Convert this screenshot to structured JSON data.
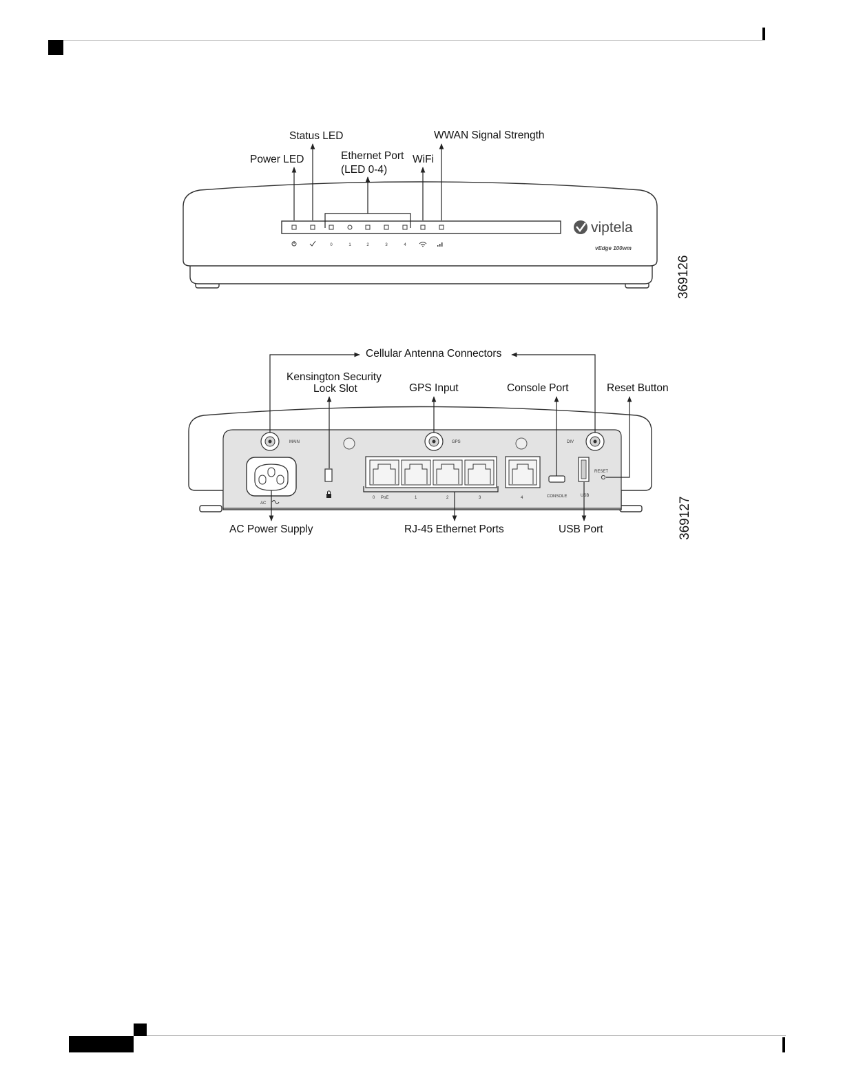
{
  "front_figure": {
    "figure_number": "369126",
    "brand": "viptela",
    "model": "vEdge 100wm",
    "labels": {
      "status_led": "Status LED",
      "power_led": "Power LED",
      "ethernet_port_line1": "Ethernet Port",
      "ethernet_port_line2": "(LED 0-4)",
      "wifi": "WiFi",
      "wwan_signal": "WWAN Signal Strength"
    },
    "led_numbers": [
      "0",
      "1",
      "2",
      "3",
      "4"
    ]
  },
  "rear_figure": {
    "figure_number": "369127",
    "labels": {
      "cellular_antenna": "Cellular Antenna Connectors",
      "kensington_line1": "Kensington Security",
      "kensington_line2": "Lock Slot",
      "gps_input": "GPS Input",
      "console_port": "Console Port",
      "reset_button": "Reset Button",
      "ac_power": "AC Power Supply",
      "rj45_ports": "RJ-45 Ethernet Ports",
      "usb_port": "USB Port"
    },
    "panel_marks": {
      "main": "MAIN",
      "gps": "GPS",
      "div": "DIV",
      "reset": "RESET",
      "ac": "AC",
      "console": "CONSOLE",
      "usb": "USB",
      "port_0": "0",
      "poe": "PoE",
      "port_1": "1",
      "port_2": "2",
      "port_3": "3",
      "port_4": "4"
    }
  }
}
